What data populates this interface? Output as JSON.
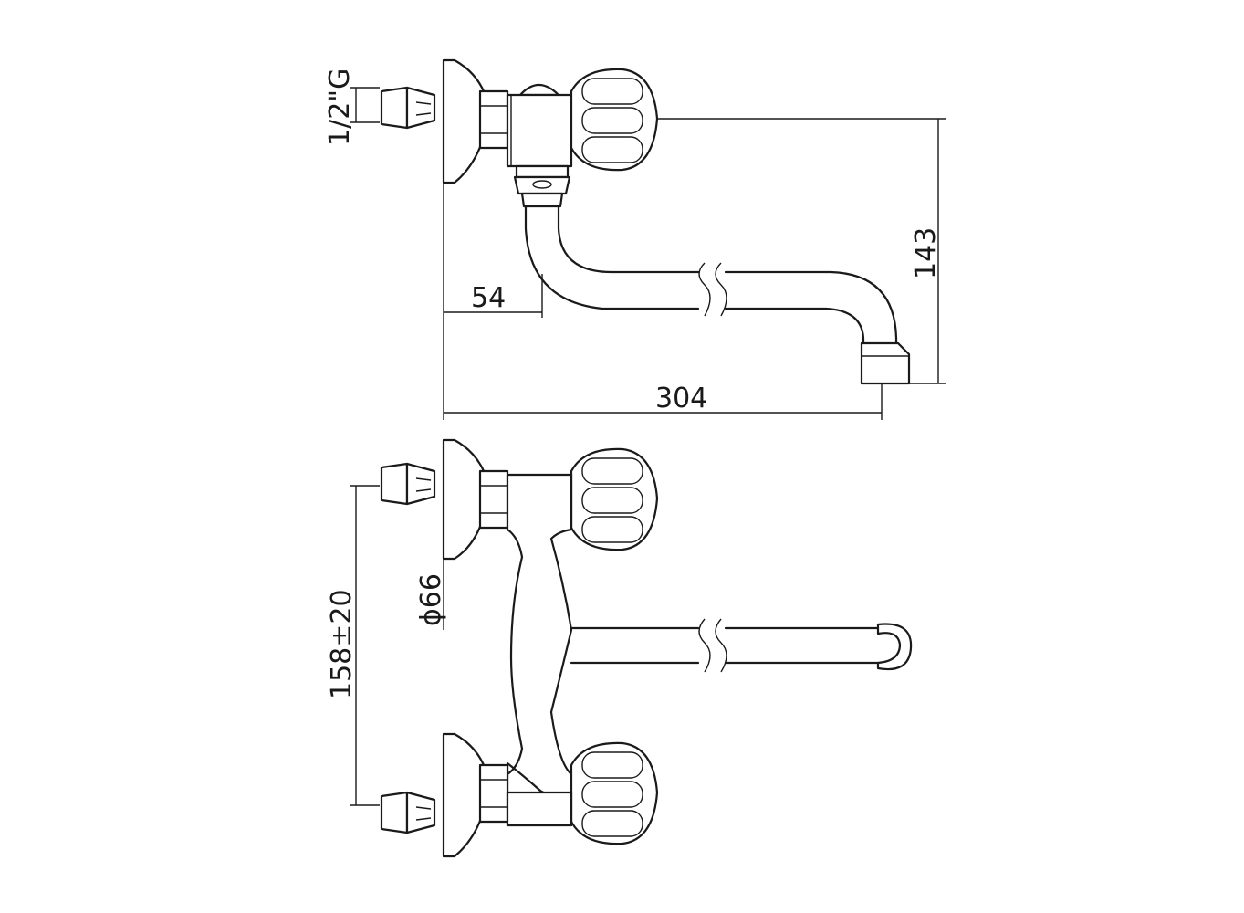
{
  "dimensions": {
    "thread": "1/2\"G",
    "depth_offset": "54",
    "overall_length": "304",
    "height": "143",
    "center_distance": "158±20",
    "flange_diameter": "ϕ66"
  }
}
